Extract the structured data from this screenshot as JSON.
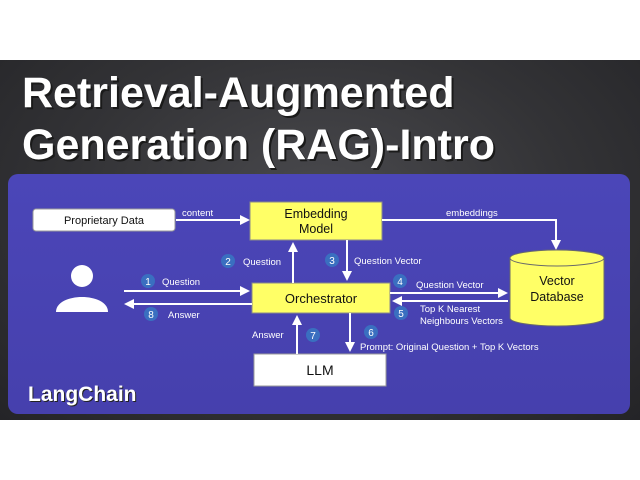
{
  "title": {
    "line1": "Retrieval-Augmented",
    "line2": "Generation (RAG)-Intro"
  },
  "brand": "LangChain",
  "colors": {
    "panel": "#4640ad",
    "box_yellow": "#ffff66",
    "step_badge": "#3a6fc0",
    "background": "#333336"
  },
  "diagram": {
    "nodes": {
      "proprietary": "Proprietary Data",
      "embedding_line1": "Embedding",
      "embedding_line2": "Model",
      "orchestrator": "Orchestrator",
      "llm": "LLM",
      "vector_db_line1": "Vector",
      "vector_db_line2": "Database",
      "user_icon": "person-icon"
    },
    "edges": {
      "content": "content",
      "embeddings": "embeddings"
    },
    "steps": [
      {
        "num": "1",
        "label": "Question"
      },
      {
        "num": "2",
        "label": "Question"
      },
      {
        "num": "3",
        "label": "Question Vector"
      },
      {
        "num": "4",
        "label": "Question Vector"
      },
      {
        "num": "5",
        "label_line1": "Top K Nearest",
        "label_line2": "Neighbours Vectors"
      },
      {
        "num": "6",
        "label": "Prompt: Original Question + Top K Vectors"
      },
      {
        "num": "7",
        "label": "Answer"
      },
      {
        "num": "8",
        "label": "Answer"
      }
    ]
  }
}
